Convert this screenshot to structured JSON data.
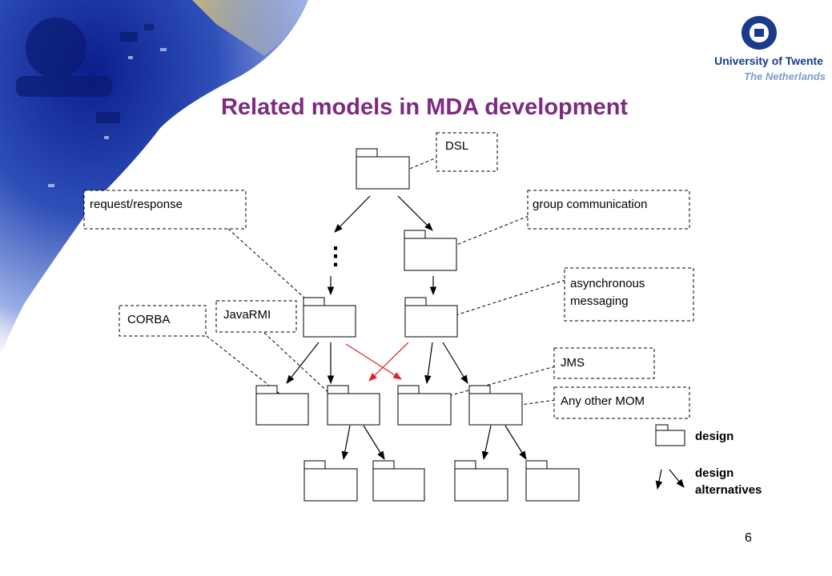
{
  "slide": {
    "title": "Related models in MDA development",
    "page_number": "6"
  },
  "logo": {
    "name": "University of Twente",
    "country": "The Netherlands",
    "color": "#1a3b8a"
  },
  "colors": {
    "title": "#7e2a80",
    "alternative_arrow": "#e02020",
    "normal_arrow": "#000000"
  },
  "annotations": {
    "dsl": "DSL",
    "request_response": "request/response",
    "group_communication": "group communication",
    "asynchronous_line1": "asynchronous",
    "asynchronous_line2": "messaging",
    "corba": "CORBA",
    "javarmi": "JavaRMI",
    "jms": "JMS",
    "any_other_mom": "Any other MOM",
    "ellipsis": "⋮"
  },
  "legend": {
    "design": "design",
    "design_alternatives_line1": "design",
    "design_alternatives_line2": "alternatives"
  }
}
